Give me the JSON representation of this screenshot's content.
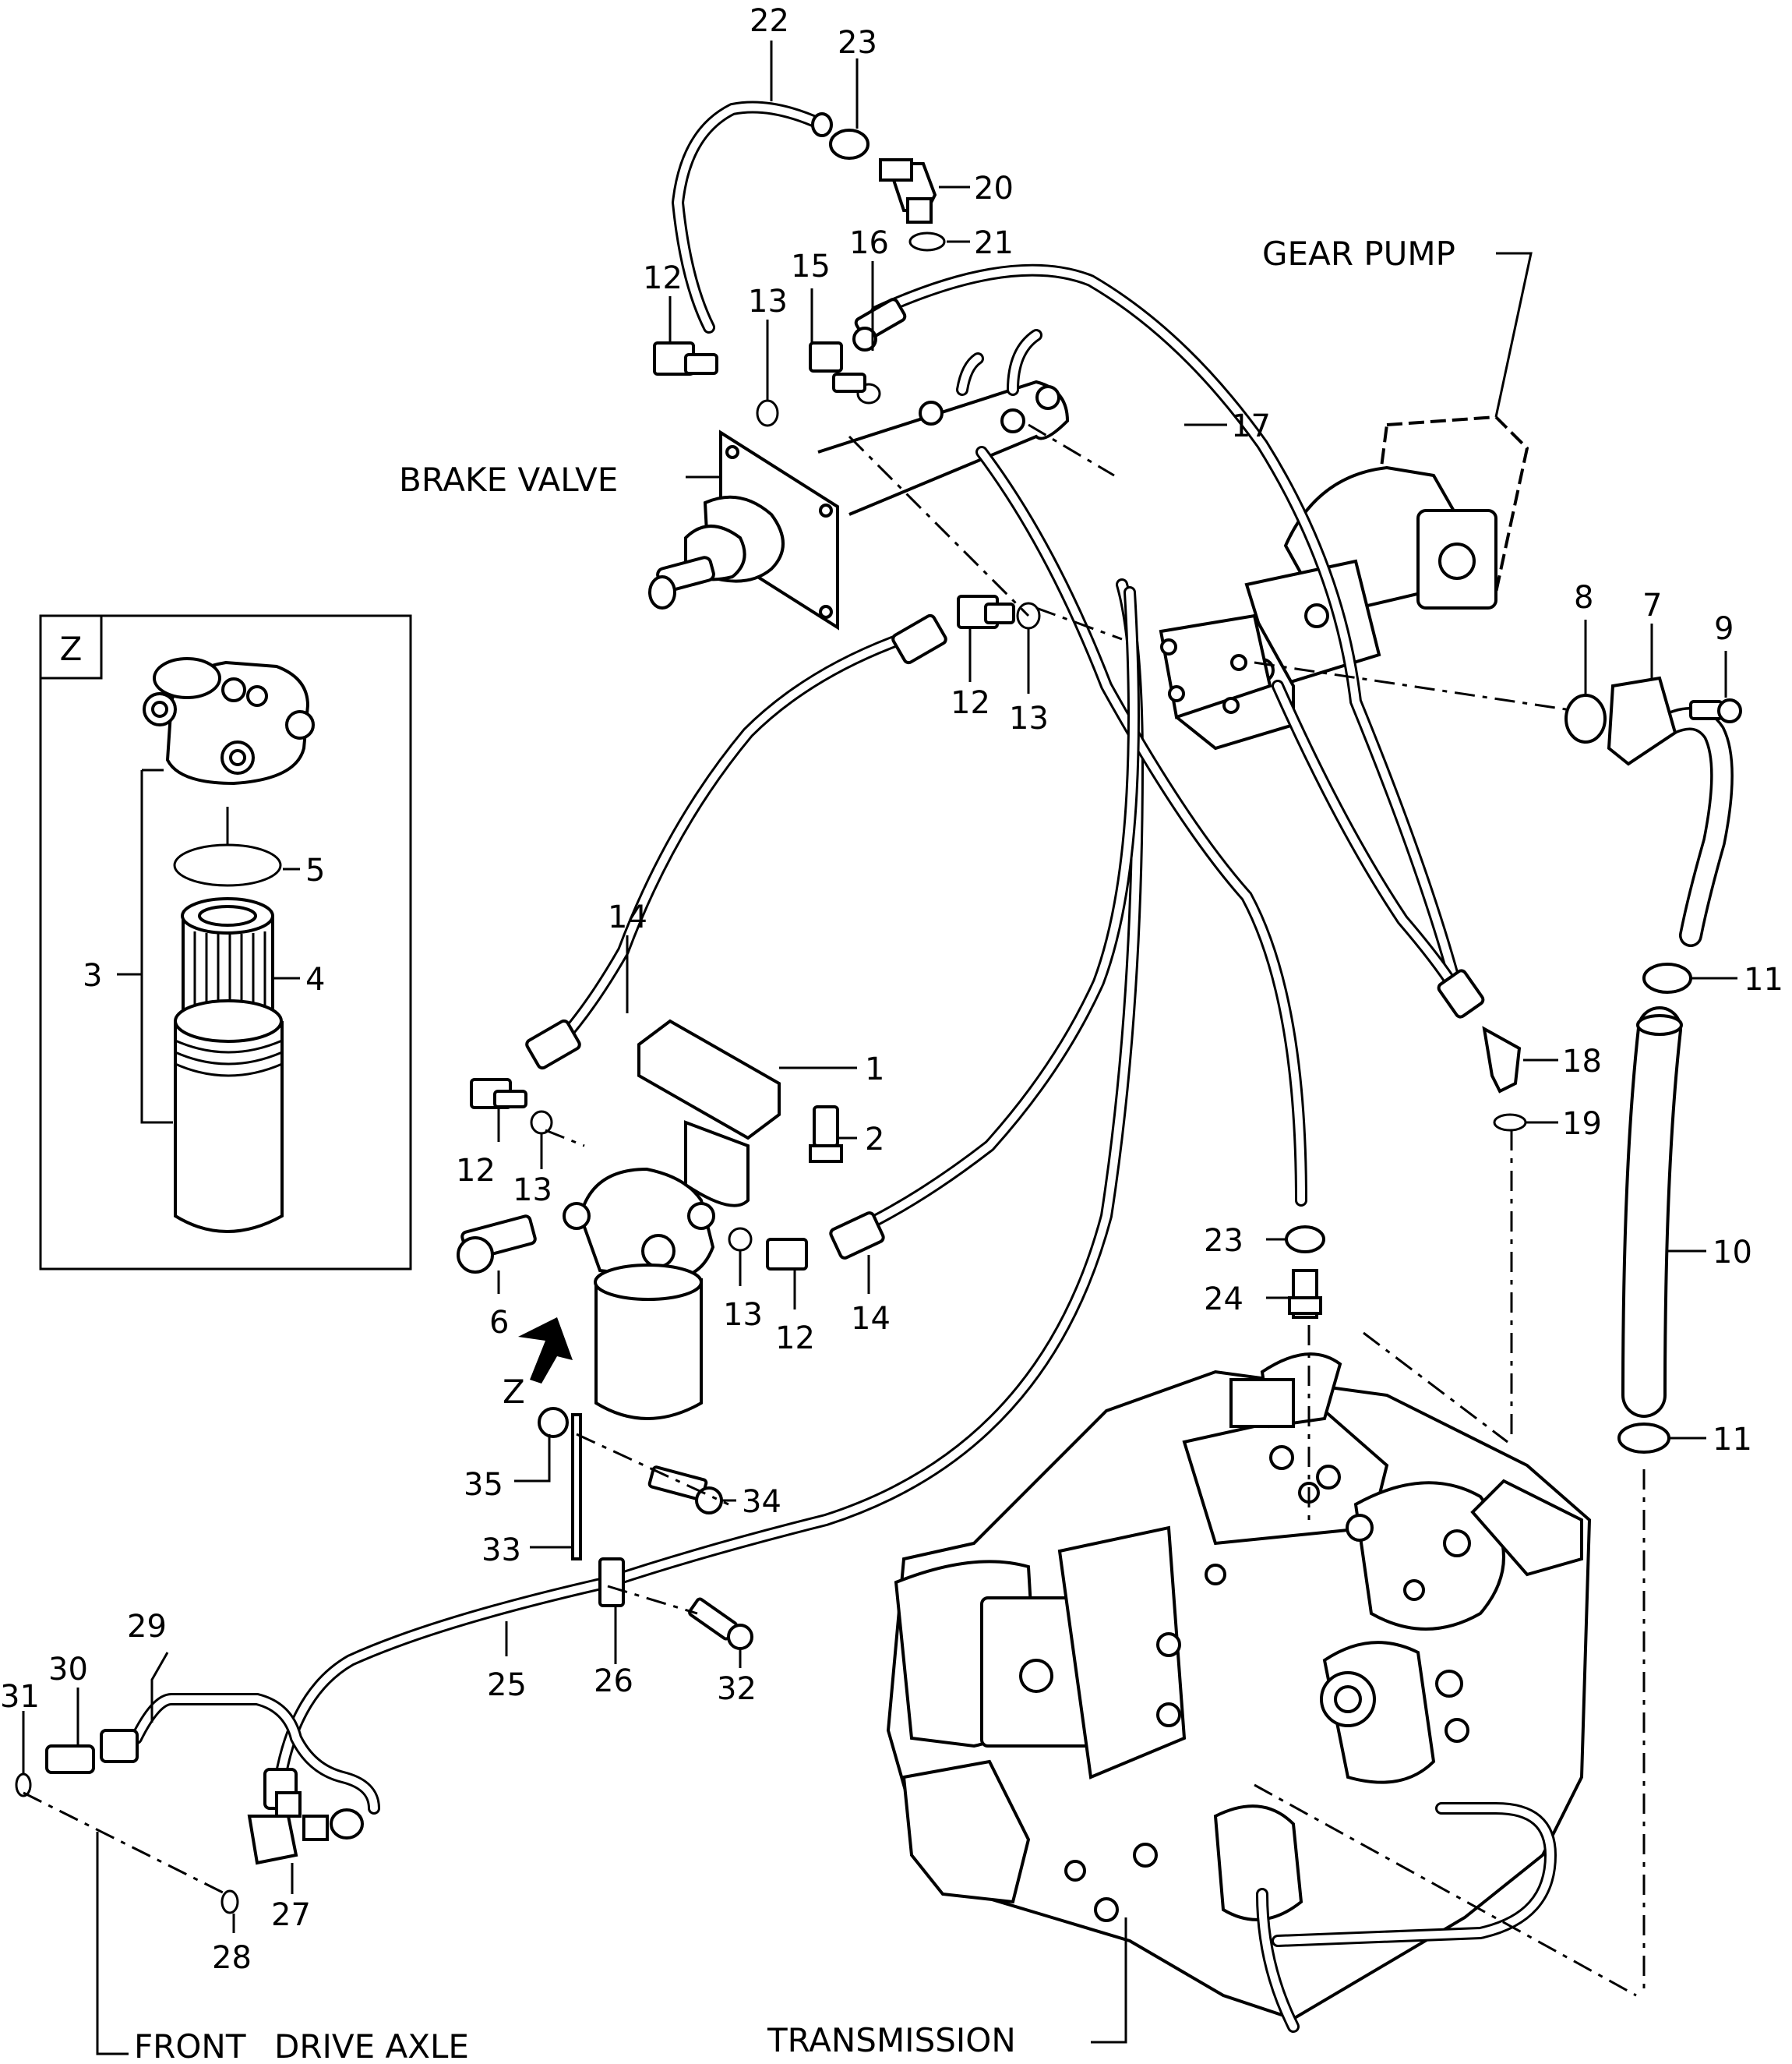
{
  "assembly_labels": {
    "gear_pump": "GEAR PUMP",
    "brake_valve": "BRAKE VALVE",
    "transmission": "TRANSMISSION",
    "front": "FRONT",
    "drive_axle": "DRIVE AXLE",
    "view_z_box": "Z",
    "view_z_arrow": "Z"
  },
  "callouts": [
    {
      "id": "c22",
      "text": "22"
    },
    {
      "id": "c23a",
      "text": "23"
    },
    {
      "id": "c20",
      "text": "20"
    },
    {
      "id": "c21",
      "text": "21"
    },
    {
      "id": "c16",
      "text": "16"
    },
    {
      "id": "c15",
      "text": "15"
    },
    {
      "id": "c13a",
      "text": "13"
    },
    {
      "id": "c12a",
      "text": "12"
    },
    {
      "id": "c17",
      "text": "17"
    },
    {
      "id": "c8",
      "text": "8"
    },
    {
      "id": "c7",
      "text": "7"
    },
    {
      "id": "c9",
      "text": "9"
    },
    {
      "id": "c12b",
      "text": "12"
    },
    {
      "id": "c13b",
      "text": "13"
    },
    {
      "id": "c5",
      "text": "5"
    },
    {
      "id": "c3",
      "text": "3"
    },
    {
      "id": "c4",
      "text": "4"
    },
    {
      "id": "c14a",
      "text": "14"
    },
    {
      "id": "c1",
      "text": "1"
    },
    {
      "id": "c2",
      "text": "2"
    },
    {
      "id": "c11a",
      "text": "11"
    },
    {
      "id": "c18",
      "text": "18"
    },
    {
      "id": "c19",
      "text": "19"
    },
    {
      "id": "c12c",
      "text": "12"
    },
    {
      "id": "c13c",
      "text": "13"
    },
    {
      "id": "c6",
      "text": "6"
    },
    {
      "id": "c13d",
      "text": "13"
    },
    {
      "id": "c12d",
      "text": "12"
    },
    {
      "id": "c14b",
      "text": "14"
    },
    {
      "id": "c23b",
      "text": "23"
    },
    {
      "id": "c24",
      "text": "24"
    },
    {
      "id": "c10",
      "text": "10"
    },
    {
      "id": "c11b",
      "text": "11"
    },
    {
      "id": "c35",
      "text": "35"
    },
    {
      "id": "c34",
      "text": "34"
    },
    {
      "id": "c33",
      "text": "33"
    },
    {
      "id": "c29",
      "text": "29"
    },
    {
      "id": "c30",
      "text": "30"
    },
    {
      "id": "c31",
      "text": "31"
    },
    {
      "id": "c25",
      "text": "25"
    },
    {
      "id": "c26",
      "text": "26"
    },
    {
      "id": "c32",
      "text": "32"
    },
    {
      "id": "c27",
      "text": "27"
    },
    {
      "id": "c28",
      "text": "28"
    }
  ]
}
